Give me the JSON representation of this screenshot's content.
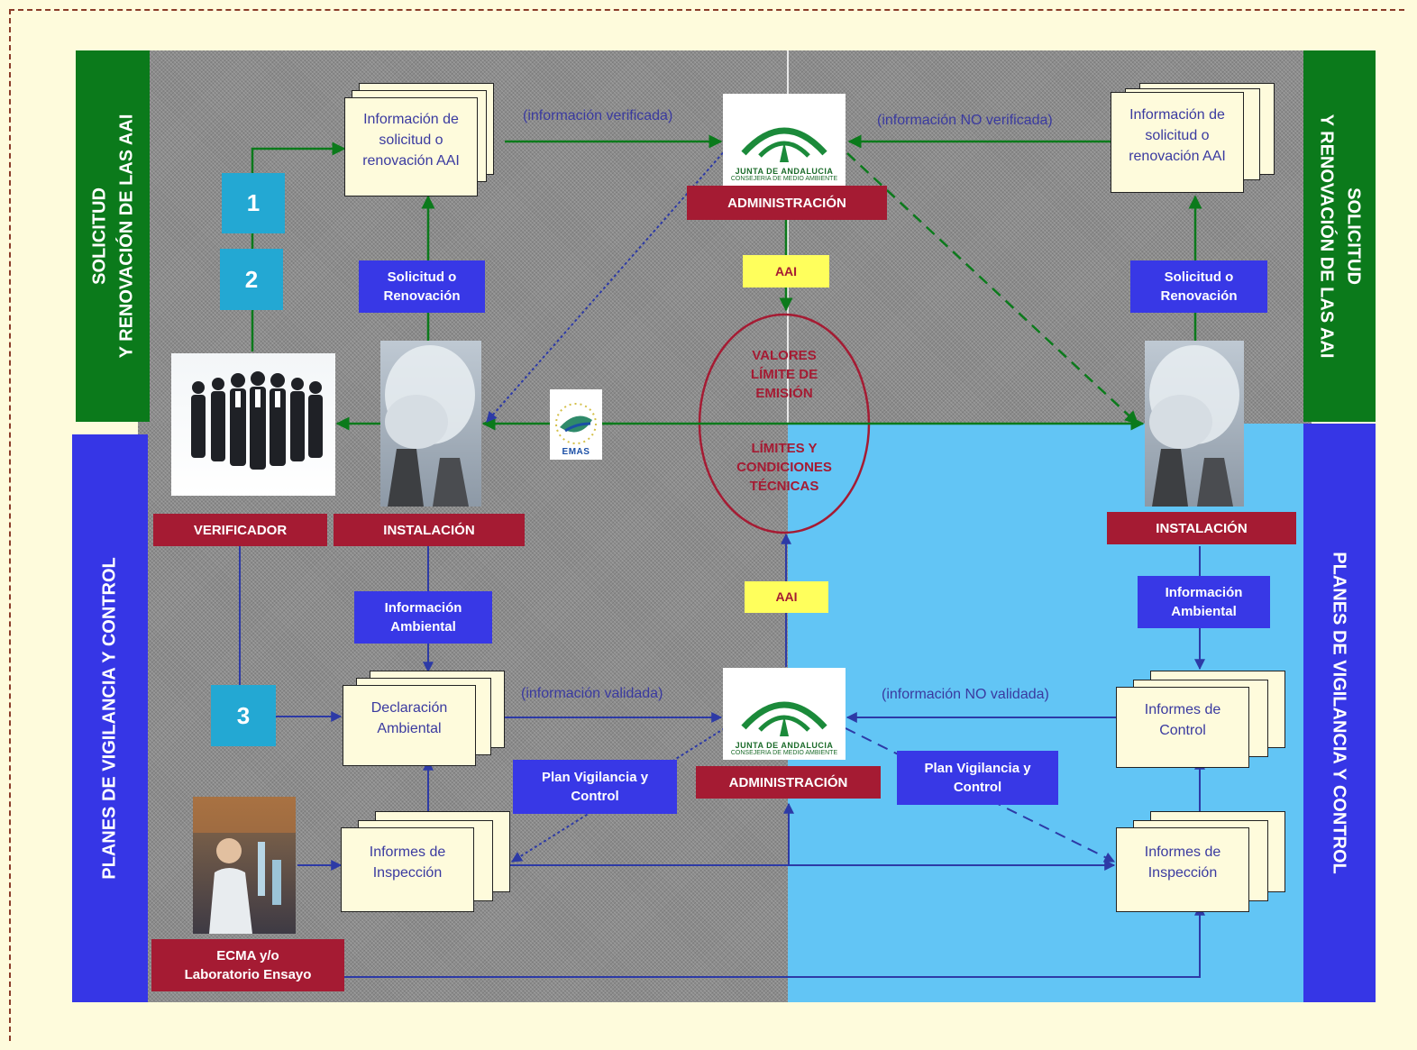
{
  "bands": {
    "left_top": [
      "SOLICITUD",
      "Y RENOVACIÓN DE LAS AAI"
    ],
    "right_top": [
      "SOLICITUD",
      "Y RENOVACIÓN DE LAS AAI"
    ],
    "left_bottom": "PLANES DE VIGILANCIA Y CONTROL",
    "right_bottom": "PLANES DE VIGILANCIA Y CONTROL"
  },
  "logos": {
    "junta_title": "JUNTA DE ANDALUCIA",
    "junta_subtitle": "CONSEJERIA DE MEDIO AMBIENTE",
    "emas": "EMAS"
  },
  "labels": {
    "admin_top": "ADMINISTRACIÓN",
    "admin_bottom": "ADMINISTRACIÓN",
    "verificador": "VERIFICADOR",
    "instalacion_left": "INSTALACIÓN",
    "instalacion_right": "INSTALACIÓN",
    "ecma": [
      "ECMA y/o",
      "Laboratorio Ensayo"
    ],
    "aai_top": "AAI",
    "aai_bottom": "AAI",
    "solicitud_left": [
      "Solicitud o",
      "Renovación"
    ],
    "solicitud_right": [
      "Solicitud o",
      "Renovación"
    ],
    "info_amb_left": [
      "Información",
      "Ambiental"
    ],
    "info_amb_right": [
      "Información",
      "Ambiental"
    ],
    "plan_left": [
      "Plan Vigilancia y",
      "Control"
    ],
    "plan_right": [
      "Plan Vigilancia y",
      "Control"
    ],
    "step1": "1",
    "step2": "2",
    "step3": "3"
  },
  "documents": {
    "doc_info_left": [
      "Información de",
      "solicitud o",
      "renovación AAI"
    ],
    "doc_info_right": [
      "Información de",
      "solicitud o",
      "renovación AAI"
    ],
    "doc_declaracion": [
      "Declaración",
      "Ambiental"
    ],
    "doc_informes_control": [
      "Informes de",
      "Control"
    ],
    "doc_inspeccion_left": [
      "Informes de",
      "Inspección"
    ],
    "doc_inspeccion_right": [
      "Informes de",
      "Inspección"
    ]
  },
  "notes": {
    "info_verificada": "(información verificada)",
    "info_no_verificada": "(información NO verificada)",
    "info_validada": "(información validada)",
    "info_no_validada": "(información NO validada)"
  },
  "ellipse": {
    "top": [
      "VALORES",
      "LÍMITE DE",
      "EMISIÓN"
    ],
    "bottom": [
      "LÍMITES Y",
      "CONDICIONES",
      "TÉCNICAS"
    ]
  },
  "colors": {
    "green_band": "#0b7a1b",
    "blue_band": "#3636e6",
    "red_label": "#a51b33",
    "yellow_label": "#ffff5c",
    "cyan_step": "#23a8d3",
    "arrow_green": "#0b7a1b",
    "arrow_blue": "#2d3aa6"
  }
}
